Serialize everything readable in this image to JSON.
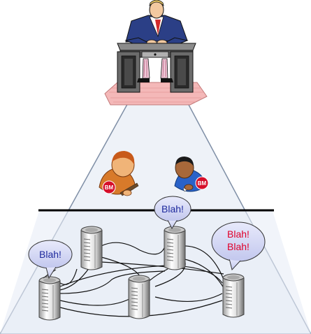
{
  "bubbles": {
    "left": "Blah!",
    "middle": "Blah!",
    "right_line1": "Blah!",
    "right_line2": "Blah!"
  },
  "badges": {
    "manager_left": "BM",
    "manager_right": "BM"
  },
  "colors": {
    "pyramid_fill": "#eef2f8",
    "pyramid_stroke": "#7f8fa6",
    "bubble_fill": "#d4d8f4",
    "text_blue": "#1f2a9e",
    "text_red": "#e0002a",
    "rug": "#f4b8b8",
    "divider": "#000000"
  },
  "icons": {
    "executive": "executive-at-desk-icon",
    "manager": "manager-person-icon",
    "server": "server-tower-icon"
  }
}
